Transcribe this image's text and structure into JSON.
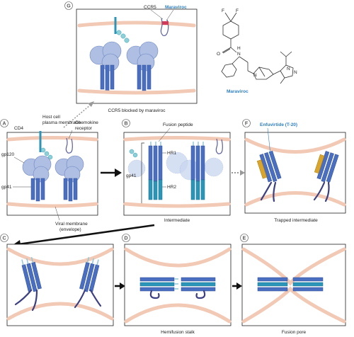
{
  "panels": {
    "A": "A",
    "B": "B",
    "C": "C",
    "D": "D",
    "E": "E",
    "F": "F",
    "G": "G"
  },
  "labels": {
    "ccr5": "CCR5",
    "maraviroc": "Maraviroc",
    "maraviroc_struct": "Maraviroc",
    "host_cell_1": "Host cell",
    "host_cell_2": "plasma membrane",
    "cd4": "CD4",
    "chemokine_1": "Chemokine",
    "chemokine_2": "receptor",
    "gp120": "gp120",
    "gp41_a": "gp41",
    "viral_1": "Viral membrane",
    "viral_2": "(envelope)",
    "fusion_peptide": "Fusion peptide",
    "hr1": "HR1",
    "hr2": "HR2",
    "gp41_b": "gp41",
    "enfuvirtide": "Enfuvirtide (T-20)"
  },
  "captions": {
    "g": "CCR5 blocked by maraviroc",
    "b": "Intermediate",
    "f": "Trapped intermediate",
    "d": "Hemifusion stalk",
    "e": "Fusion pore"
  },
  "chem": {
    "F1": "F",
    "F2": "F",
    "O": "O",
    "NH": "H",
    "N_amide": "N",
    "N1": "N",
    "N2": "N",
    "N3": "N"
  },
  "colors": {
    "membrane": "#f2c9b5",
    "gp120": "#aebfe3",
    "gp41_helix": "#4a6fc0",
    "hr2_helix": "#2a95b8",
    "drug_label": "#2f7fc1",
    "enfuvirtide_peptide": "#d9a52c",
    "maraviroc_block": "#d23a5a"
  }
}
